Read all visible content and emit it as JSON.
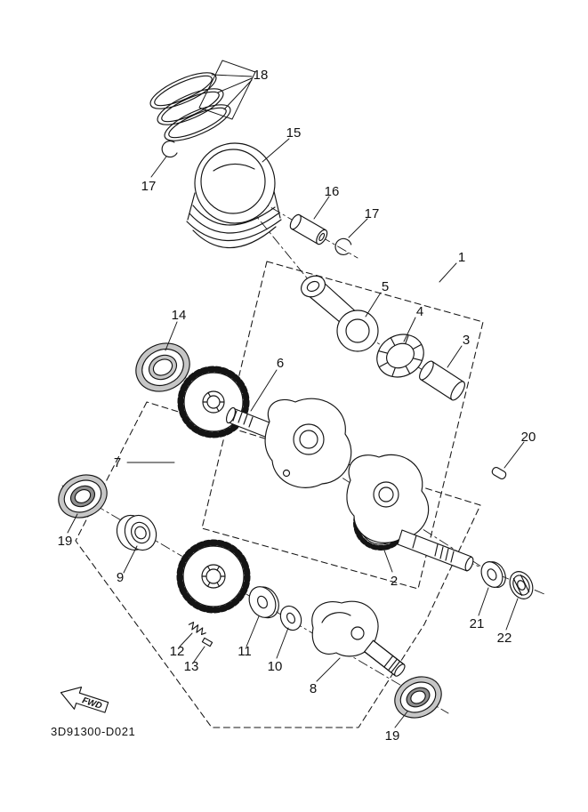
{
  "diagram": {
    "code": "3D91300-D021",
    "fwd_label": "FWD",
    "colors": {
      "background": "#ffffff",
      "line": "#141414",
      "shade_light": "#c6c6c6",
      "shade_dark": "#8e8e8e"
    },
    "callouts": [
      "1",
      "2",
      "3",
      "4",
      "5",
      "6",
      "7",
      "8",
      "9",
      "10",
      "11",
      "12",
      "13",
      "14",
      "15",
      "16",
      "17",
      "17",
      "18",
      "19",
      "19",
      "20",
      "21",
      "22"
    ]
  }
}
